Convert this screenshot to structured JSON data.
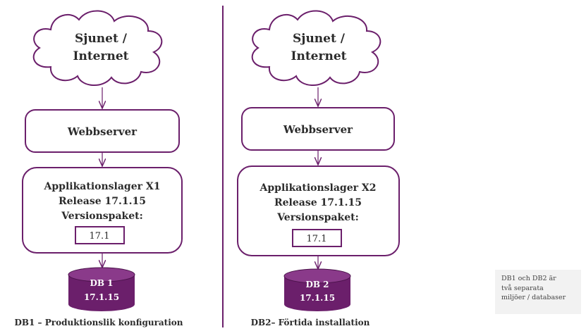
{
  "left": {
    "cloud_lines": [
      "Sjunet /",
      "Internet"
    ],
    "webserver": "Webbserver",
    "app_lines": [
      "Applikationslager X1",
      "Release 17.1.15",
      "Versionspaket:"
    ],
    "version_box": "17.1",
    "db_lines": [
      "DB 1",
      "17.1.15"
    ],
    "caption": "DB1 – Produktionslik  konfiguration"
  },
  "right": {
    "cloud_lines": [
      "Sjunet /",
      "Internet"
    ],
    "webserver": "Webbserver",
    "app_lines": [
      "Applikationslager X2",
      "Release 17.1.15",
      "Versionspaket:"
    ],
    "version_box": "17.1",
    "db_lines": [
      "DB 2",
      "17.1.15"
    ],
    "caption": "DB2–  Förtida installation"
  },
  "note_lines": [
    "DB1 och DB2 är",
    "två separata",
    "miljöer / databaser"
  ],
  "colors": {
    "accent": "#6b1f6b",
    "db_fill": "#6b1f6b",
    "db_top": "#8a3a8a",
    "db_text": "#ffffff",
    "note_bg": "#f2f2f2"
  }
}
